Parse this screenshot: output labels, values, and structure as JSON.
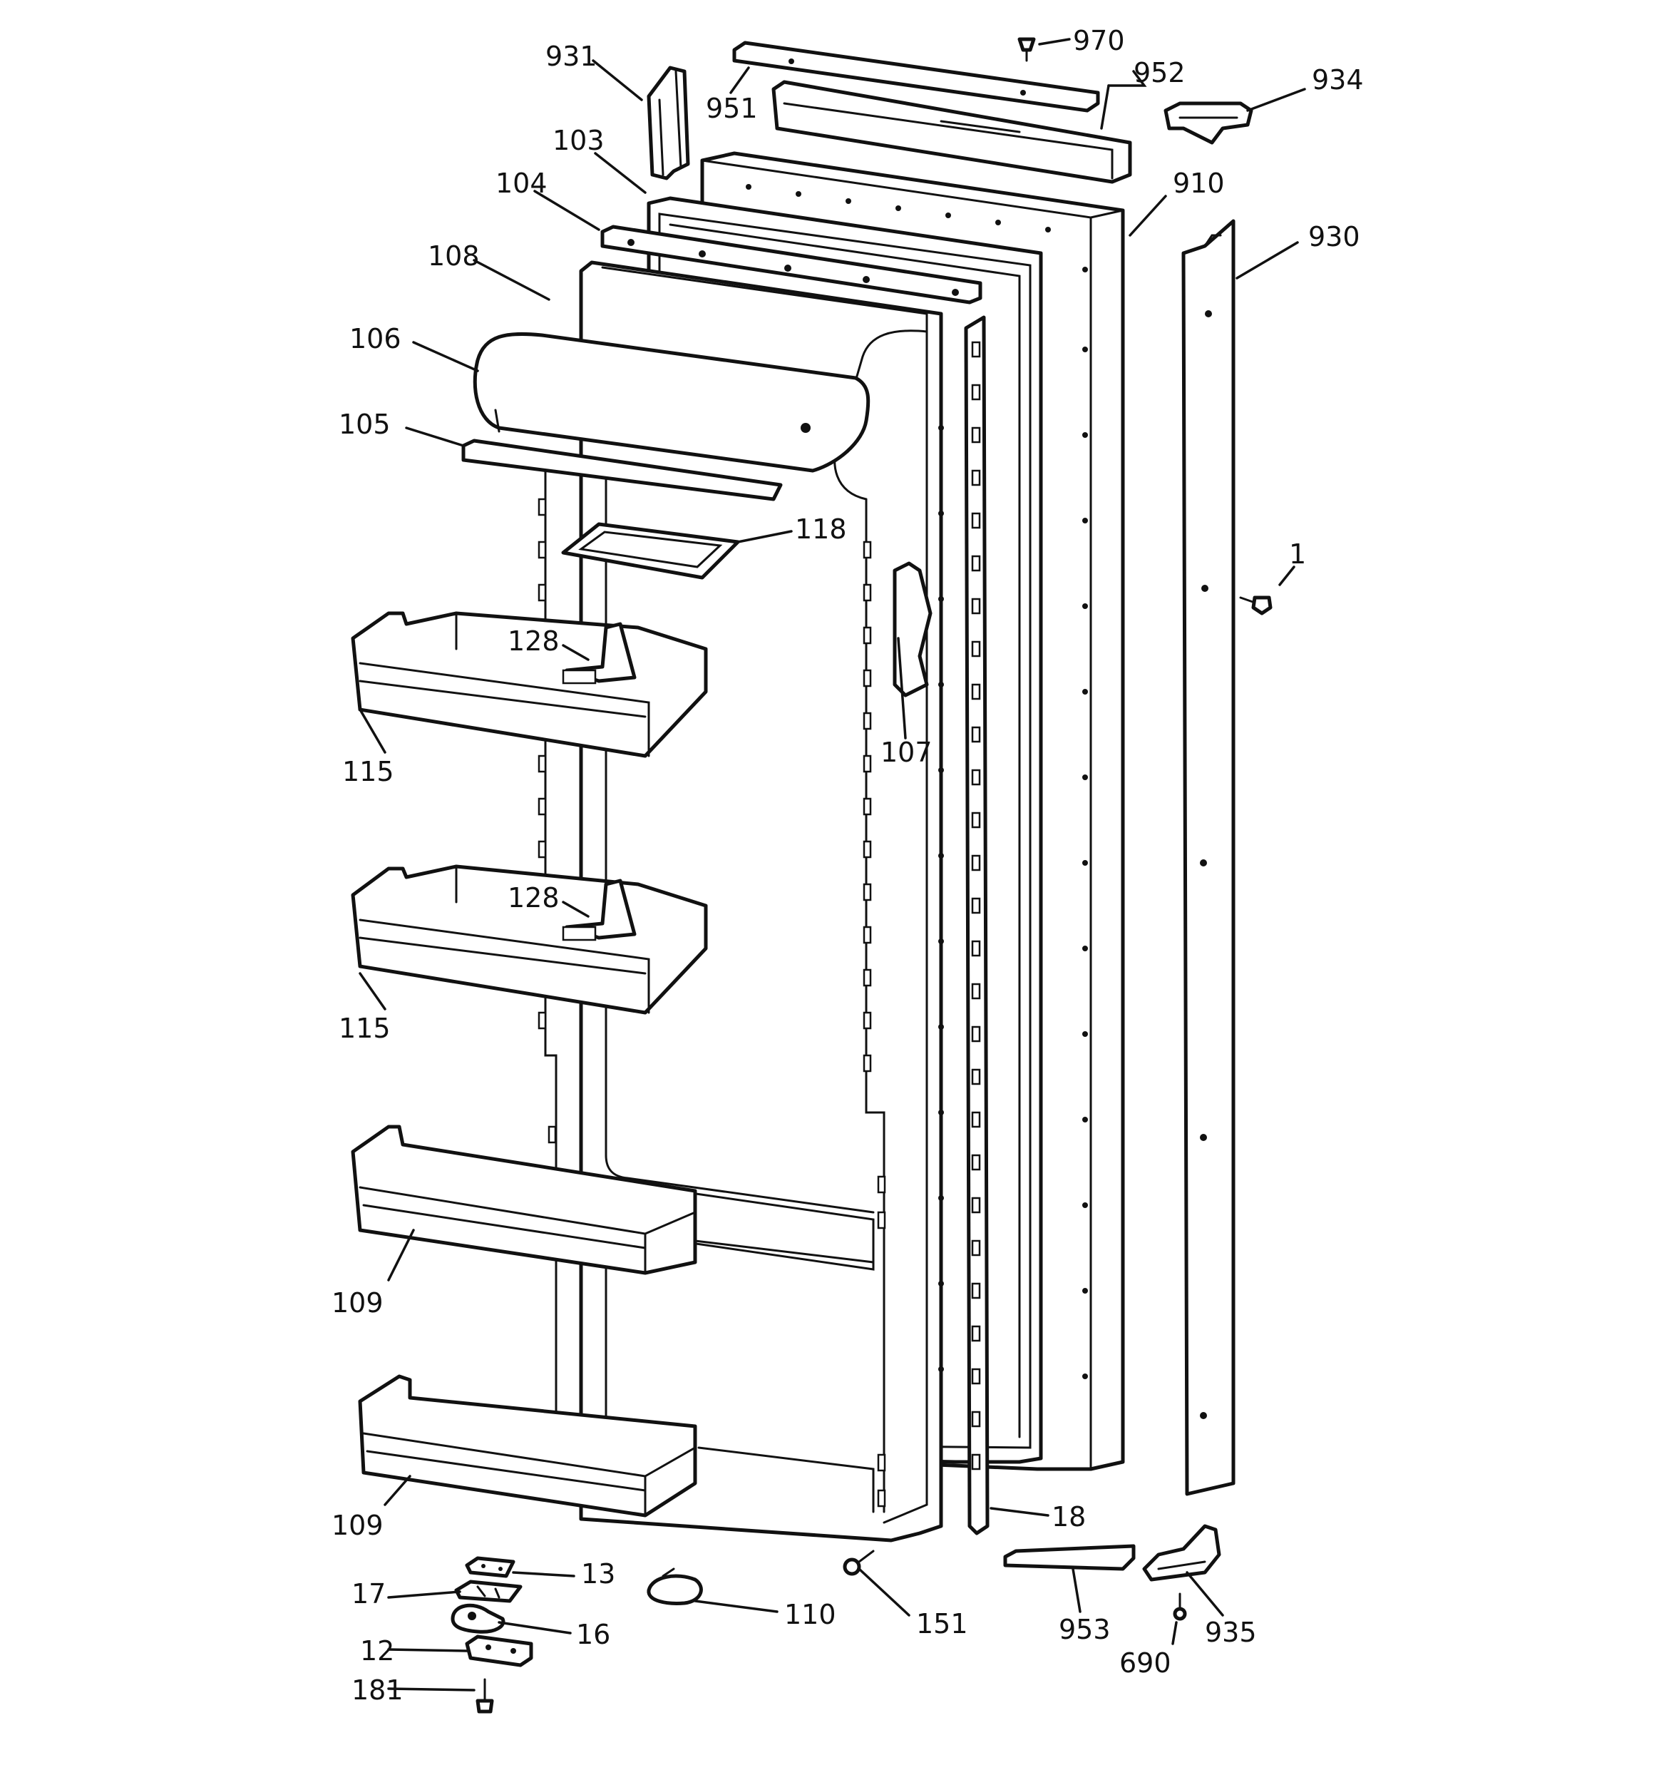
{
  "diagram": {
    "callouts": [
      {
        "id": "931",
        "text": "931"
      },
      {
        "id": "951",
        "text": "951"
      },
      {
        "id": "970",
        "text": "970"
      },
      {
        "id": "952",
        "text": "952"
      },
      {
        "id": "934",
        "text": "934"
      },
      {
        "id": "103",
        "text": "103"
      },
      {
        "id": "910",
        "text": "910"
      },
      {
        "id": "104",
        "text": "104"
      },
      {
        "id": "930",
        "text": "930"
      },
      {
        "id": "108",
        "text": "108"
      },
      {
        "id": "106",
        "text": "106"
      },
      {
        "id": "105",
        "text": "105"
      },
      {
        "id": "118",
        "text": "118"
      },
      {
        "id": "1",
        "text": "1"
      },
      {
        "id": "128a",
        "text": "128"
      },
      {
        "id": "107",
        "text": "107"
      },
      {
        "id": "115a",
        "text": "115"
      },
      {
        "id": "128b",
        "text": "128"
      },
      {
        "id": "115b",
        "text": "115"
      },
      {
        "id": "109a",
        "text": "109"
      },
      {
        "id": "109b",
        "text": "109"
      },
      {
        "id": "18",
        "text": "18"
      },
      {
        "id": "13",
        "text": "13"
      },
      {
        "id": "17",
        "text": "17"
      },
      {
        "id": "16",
        "text": "16"
      },
      {
        "id": "110",
        "text": "110"
      },
      {
        "id": "151",
        "text": "151"
      },
      {
        "id": "953",
        "text": "953"
      },
      {
        "id": "935",
        "text": "935"
      },
      {
        "id": "12",
        "text": "12"
      },
      {
        "id": "690",
        "text": "690"
      },
      {
        "id": "181",
        "text": "181"
      }
    ]
  }
}
